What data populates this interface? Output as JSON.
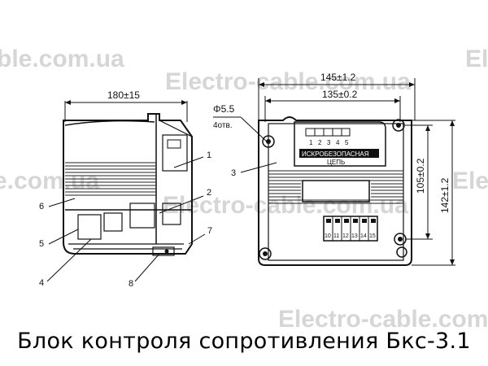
{
  "watermark": {
    "text": "Electro-cable.com.ua",
    "fragment_top_left": "ble.com.ua",
    "fragment_top_right": "Ele",
    "fragment_mid_left": "e.com.ua",
    "fragment_mid_right": "Ele"
  },
  "caption": "Блок контроля сопротивления Бкс-3.1",
  "side_view": {
    "width_dim": "180±15",
    "callouts": [
      "1",
      "2",
      "3",
      "4",
      "5",
      "6",
      "7",
      "8"
    ]
  },
  "front_view": {
    "hole_dim": "Φ5.5",
    "hole_count": "4отв.",
    "outer_width": "145±1.2",
    "inner_width": "135±0.2",
    "inner_height": "105±0.2",
    "outer_height": "142±1.2",
    "top_terminals": [
      "1",
      "2",
      "3",
      "4",
      "5"
    ],
    "panel_label_1": "ИСКРОБЕЗОПАСНАЯ",
    "panel_label_2": "ЦЕПЬ",
    "bottom_terminals": [
      "10",
      "11",
      "12",
      "13",
      "14",
      "15"
    ]
  }
}
